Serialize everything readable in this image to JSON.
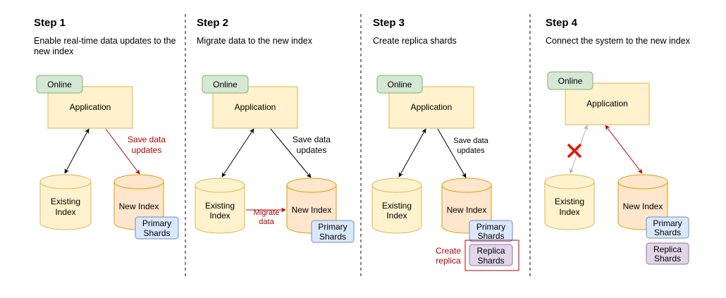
{
  "colors": {
    "app_fill": "#fff2cc",
    "app_stroke": "#d6b656",
    "online_fill": "#d5e8d4",
    "online_stroke": "#82b366",
    "existing_fill": "#fff2cc",
    "existing_stroke": "#d6b656",
    "new_fill": "#ffe6cc",
    "new_stroke": "#d79b00",
    "primary_fill": "#dae8fc",
    "primary_stroke": "#6c8ebf",
    "replica_fill": "#e1d5e7",
    "replica_stroke": "#9673a6",
    "accent_red": "#b20000",
    "cross_red": "#e51400",
    "arrow_gray": "#b3b3b3"
  },
  "steps": [
    {
      "title": "Step 1",
      "desc_lines": [
        "Enable real-time data updates to the",
        "new index"
      ],
      "online": "Online",
      "app": "Application",
      "existing": [
        "Existing",
        "Index"
      ],
      "new_index": "New Index",
      "primary": [
        "Primary",
        "Shards"
      ],
      "arrow_label": [
        "Save data",
        "updates"
      ]
    },
    {
      "title": "Step 2",
      "desc_lines": [
        "Migrate data to the new index"
      ],
      "online": "Online",
      "app": "Application",
      "existing": [
        "Existing",
        "Index"
      ],
      "new_index": "New Index",
      "primary": [
        "Primary",
        "Shards"
      ],
      "arrow_label": [
        "Save data",
        "updates"
      ],
      "migrate_label": [
        "Migrate",
        "data"
      ]
    },
    {
      "title": "Step 3",
      "desc_lines": [
        "Create replica shards"
      ],
      "online": "Online",
      "app": "Application",
      "existing": [
        "Existing",
        "Index"
      ],
      "new_index": "New Index",
      "primary": [
        "Primary",
        "Shards"
      ],
      "replica": [
        "Replica",
        "Shards"
      ],
      "arrow_label": [
        "Save data",
        "updates"
      ],
      "create_label": [
        "Create",
        "replica"
      ]
    },
    {
      "title": "Step 4",
      "desc_lines": [
        "Connect the system to the new index"
      ],
      "online": "Online",
      "app": "Application",
      "existing": [
        "Existing",
        "Index"
      ],
      "new_index": "New Index",
      "primary": [
        "Primary",
        "Shards"
      ],
      "replica": [
        "Replica",
        "Shards"
      ]
    }
  ]
}
